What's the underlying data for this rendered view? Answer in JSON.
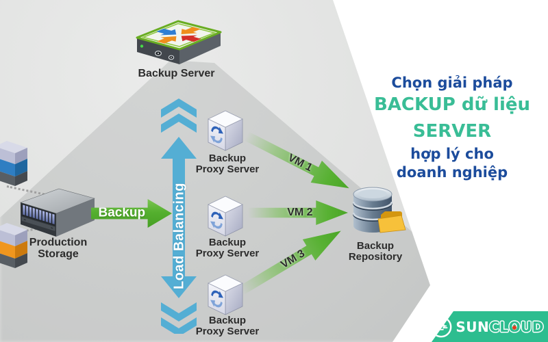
{
  "diagram": {
    "backup_server": {
      "label": "Backup Server"
    },
    "production_storage": {
      "line1": "Production",
      "line2": "Storage"
    },
    "backup_arrow_label": "Backup",
    "load_balancing_label": "Load Balancing",
    "proxies": [
      {
        "line1": "Backup",
        "line2": "Proxy Server"
      },
      {
        "line1": "Backup",
        "line2": "Proxy Server"
      },
      {
        "line1": "Backup",
        "line2": "Proxy Server"
      }
    ],
    "vm_labels": [
      "VM 1",
      "VM 2",
      "VM 3"
    ],
    "repository": {
      "line1": "Backup",
      "line2": "Repository"
    }
  },
  "headline": {
    "line1": "Chọn giải pháp",
    "line2": "BACKUP dữ liệu",
    "line3": "SERVER",
    "line4": "hợp lý cho",
    "line5": "doanh nghiệp"
  },
  "brand": {
    "sun": "SUN",
    "cloud_pre": "CL",
    "cloud_o": "O",
    "cloud_post": "UD"
  },
  "colors": {
    "navy_text": "#1c4c9c",
    "teal_text": "#39bd96",
    "banner_green": "#2dbd8f",
    "arrow_green": "#55b02f",
    "load_balancing_blue": "#54aed4",
    "background_gray": "#e0e1e0"
  }
}
